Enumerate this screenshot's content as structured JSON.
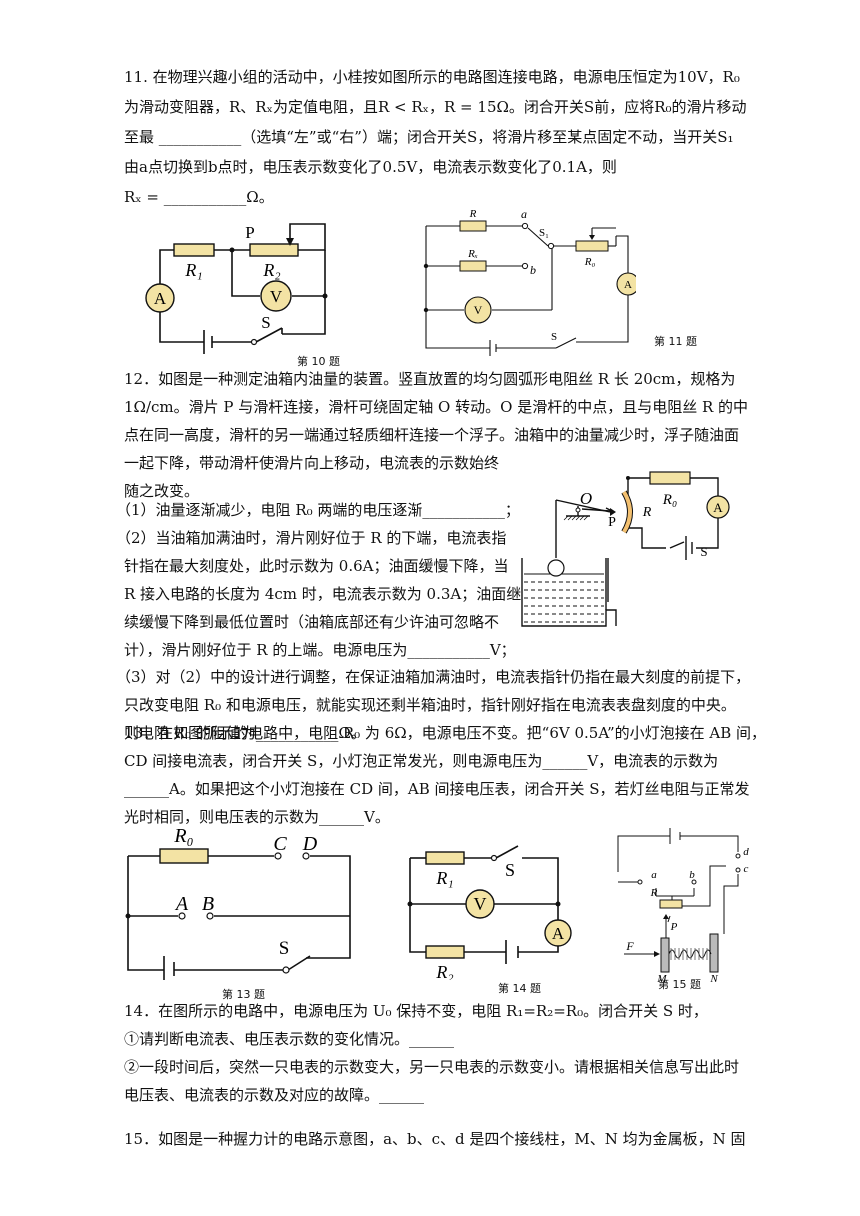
{
  "q11": {
    "lines": [
      "11. 在物理兴趣小组的活动中，小桂按如图所示的电路图连接电路，电源电压恒定为10V，R₀",
      "为滑动变阻器，R、Rₓ为定值电阻，且R < Rₓ，R = 15Ω。闭合开关S前，应将R₀的滑片移动",
      "至最 ___________（选填“左”或“右”）端；闭合开关S，将滑片移至某点固定不动，当开关S₁",
      "由a点切换到b点时，电压表示数变化了0.5V，电流表示数变化了0.1A，则",
      "Rₓ = ___________Ω。"
    ]
  },
  "fig10": {
    "caption": "第 10 题",
    "labels": {
      "ammeter": "A",
      "voltmeter": "V",
      "r1": "R₁",
      "r2": "R₂",
      "p": "P",
      "switch": "S"
    }
  },
  "fig11": {
    "caption": "第 11 题",
    "labels": {
      "r": "R",
      "rx": "Rₓ",
      "a": "a",
      "b": "b",
      "s1": "S₁",
      "r0": "R₀",
      "ammeter": "A",
      "voltmeter": "V",
      "switch": "S"
    }
  },
  "q12": {
    "lines": [
      "12．如图是一种测定油箱内油量的装置。竖直放置的均匀圆弧形电阻丝 R 长 20cm，规格为",
      "1Ω/cm。滑片 P 与滑杆连接，滑杆可绕固定轴 O 转动。O 是滑杆的中点，且与电阻丝 R 的中",
      "点在同一高度，滑杆的另一端通过轻质细杆连接一个浮子。油箱中的油量减少时，浮子随油面",
      "一起下降，带动滑杆使滑片向上移动，电流表的示数始终",
      "随之改变。"
    ],
    "inner": [
      "（1）油量逐渐减少，电阻 R₀ 两端的电压逐渐___________；",
      "（2）当油箱加满油时，滑片刚好位于 R 的下端，电流表指",
      "针指在最大刻度处，此时示数为 0.6A；油面缓慢下降，当",
      "R 接入电路的长度为 4cm 时，电流表示数为 0.3A；油面继",
      "续缓慢下降到最低位置时（油箱底部还有少许油可忽略不",
      "计），滑片刚好位于 R 的上端。电源电压为___________V；"
    ],
    "tail": [
      "（3）对（2）中的设计进行调整，在保证油箱加满油时，电流表指针仍指在最大刻度的前提下，",
      "只改变电阻 R₀ 和电源电压，就能实现还剩半箱油时，指针刚好指在电流表表盘刻度的中央。",
      "则电阻 R₀ 的阻值为___________Ω。"
    ]
  },
  "fig12": {
    "labels": {
      "o": "O",
      "p": "P",
      "r": "R",
      "r0": "R₀",
      "ammeter": "A",
      "switch": "S"
    }
  },
  "q13": {
    "lines": [
      "13．在如图所示的电路中，电阻 R₀ 为 6Ω，电源电压不变。把“6V 0.5A”的小灯泡接在 AB 间，",
      "CD 间接电流表，闭合开关 S，小灯泡正常发光，则电源电压为______V，电流表的示数为",
      "______A。如果把这个小灯泡接在 CD 间，AB 间接电压表，闭合开关 S，若灯丝电阻与正常发",
      "光时相同，则电压表的示数为______V。"
    ]
  },
  "fig13": {
    "caption": "第 13 题",
    "labels": {
      "r0": "R₀",
      "c": "C",
      "d": "D",
      "a": "A",
      "b": "B",
      "switch": "S"
    }
  },
  "fig14": {
    "caption": "第 14 题",
    "labels": {
      "r1": "R₁",
      "r2": "R₂",
      "switch": "S",
      "voltmeter": "V",
      "ammeter": "A"
    }
  },
  "fig15": {
    "caption": "第 15 题",
    "labels": {
      "a": "a",
      "b": "b",
      "c": "c",
      "d": "d",
      "r": "R",
      "p": "P",
      "f": "F",
      "m": "M",
      "n": "N"
    }
  },
  "q14": {
    "lines": [
      "14．在图所示的电路中，电源电压为 U₀ 保持不变，电阻 R₁=R₂=R₀。闭合开关 S 时，",
      "①请判断电流表、电压表示数的变化情况。______",
      "②一段时间后，突然一只电表的示数变大，另一只电表的示数变小。请根据相关信息写出此时",
      "电压表、电流表的示数及对应的故障。______"
    ]
  },
  "q15": {
    "lines": [
      "15．如图是一种握力计的电路示意图，a、b、c、d 是四个接线柱，M、N 均为金属板，N 固"
    ]
  }
}
